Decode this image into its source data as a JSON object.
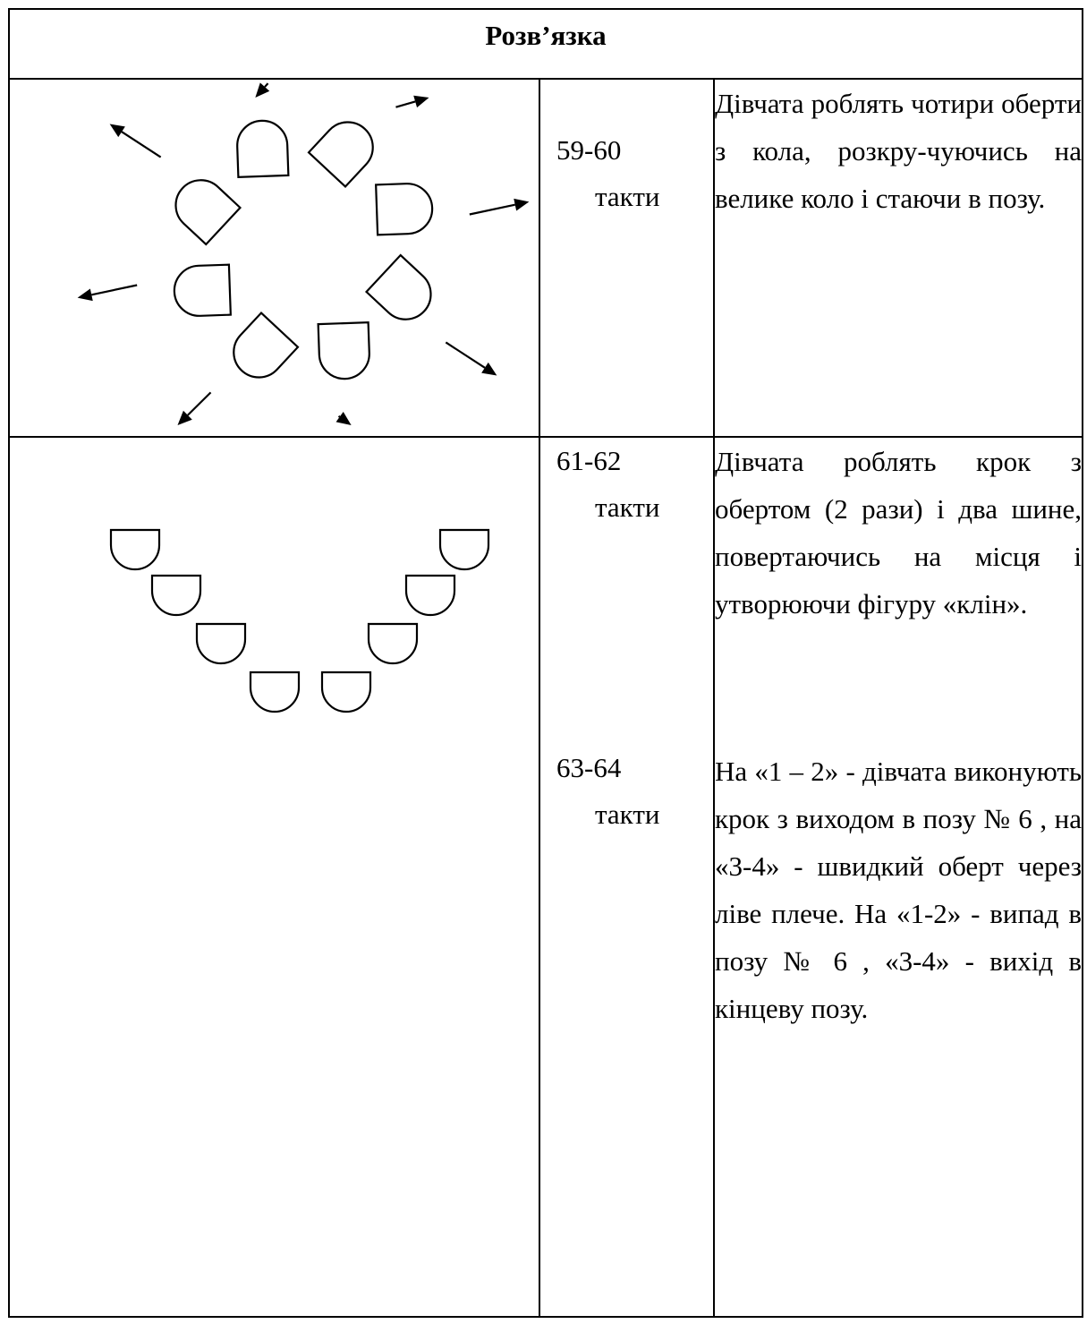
{
  "header": {
    "title": "Розв’язка"
  },
  "rows": [
    {
      "bars": [
        {
          "number": "59-60",
          "word": "такти"
        }
      ],
      "description": [
        "Дівчата роблять чотири оберти з кола, розкру-чуючись на велике коло і стаючи в позу."
      ]
    },
    {
      "bars": [
        {
          "number": "61-62",
          "word": "такти"
        },
        {
          "number": "63-64",
          "word": "такти"
        }
      ],
      "description": [
        "Дівчата роблять крок з обертом (2 рази) і два шине, повертаючись на місця і утворюючи фігуру «клін».",
        "На «1 – 2» - дівчата виконують крок з виходом в позу № 6 , на «3-4» - швидкий оберт через ліве плече. На «1-2» - випад в позу № 6 , «3-4» - вихід в кінцеву позу."
      ]
    }
  ]
}
